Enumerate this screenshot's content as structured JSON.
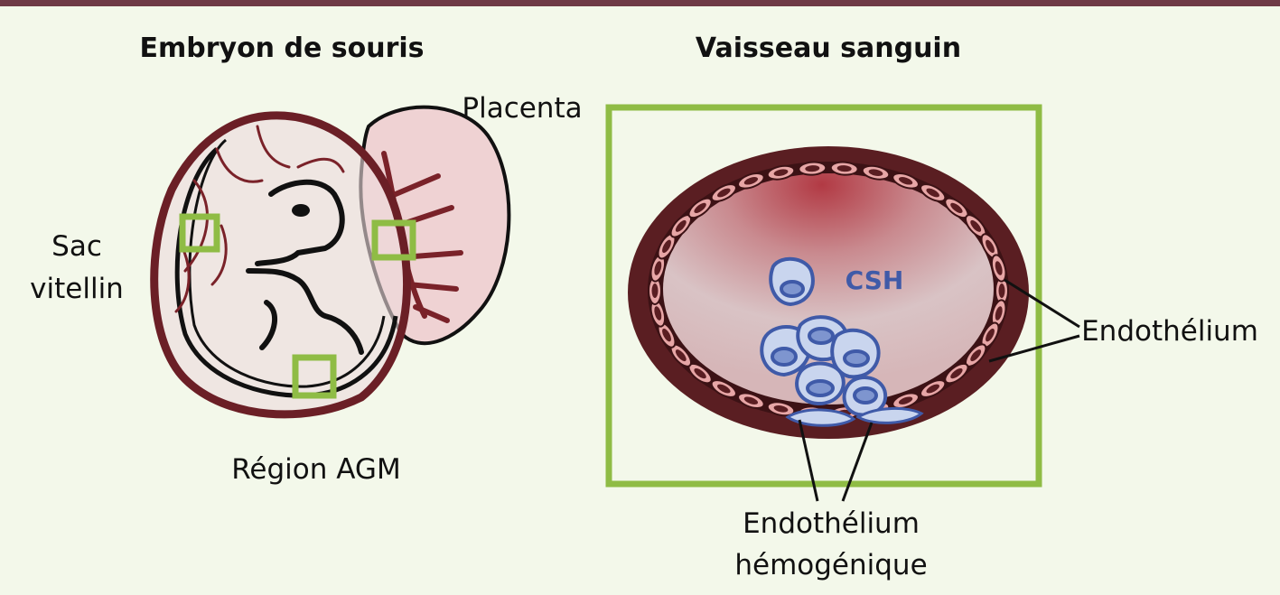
{
  "titles": {
    "left": "Embryon de souris",
    "right": "Vaisseau sanguin"
  },
  "labels": {
    "placenta": "Placenta",
    "sac_line1": "Sac",
    "sac_line2": "vitellin",
    "agm": "Région AGM",
    "csh": "CSH",
    "endothelium": "Endothélium",
    "hemo_line1": "Endothélium",
    "hemo_line2": "hémogénique"
  },
  "colors": {
    "background": "#f3f8ea",
    "top_bar": "#6e3a46",
    "vessel_wall": "#5a1e22",
    "endothelial_cell": "#e7a6a6",
    "lumen_red": "#b23a44",
    "lumen_pale": "#d9c3c5",
    "highlight_green": "#8fbc45",
    "stem_cell_fill": "#c9d5ee",
    "stem_cell_outline": "#3f5aa8",
    "placenta_fill": "#efd2d3"
  }
}
